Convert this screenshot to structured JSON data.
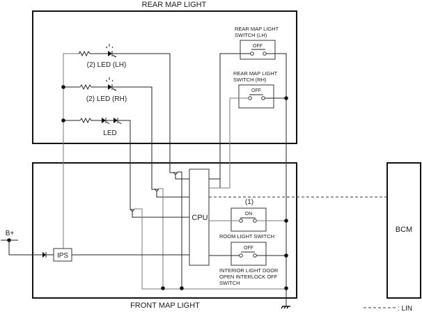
{
  "diagram": {
    "rear_map_light": {
      "title": "REAR MAP LIGHT",
      "led_lh_label": "(2) LED (LH)",
      "led_rh_label": "(2) LED (RH)",
      "led_label": "LED",
      "switch_lh": {
        "title_line1": "REAR MAP LIGHT",
        "title_line2": "SWITCH (LH)",
        "state": "OFF"
      },
      "switch_rh": {
        "title_line1": "REAR MAP LIGHT",
        "title_line2": "SWITCH (RH)",
        "state": "OFF"
      }
    },
    "front_map_light": {
      "title": "FRONT MAP LIGHT",
      "cpu_label": "CPU",
      "ips_label": "IPS",
      "room_switch": {
        "callout": "(1)",
        "state": "ON",
        "title": "ROOM LIGHT SWITCH"
      },
      "interlock_switch": {
        "state": "OFF",
        "title_line1": "INTERIOR LIGHT DOOR",
        "title_line2": "OPEN INTERLOCK OFF",
        "title_line3": "SWITCH"
      }
    },
    "power_label": "B+",
    "bcm_label": "BCM",
    "legend": {
      "line_style": "dashed",
      "label": ": LIN"
    }
  }
}
